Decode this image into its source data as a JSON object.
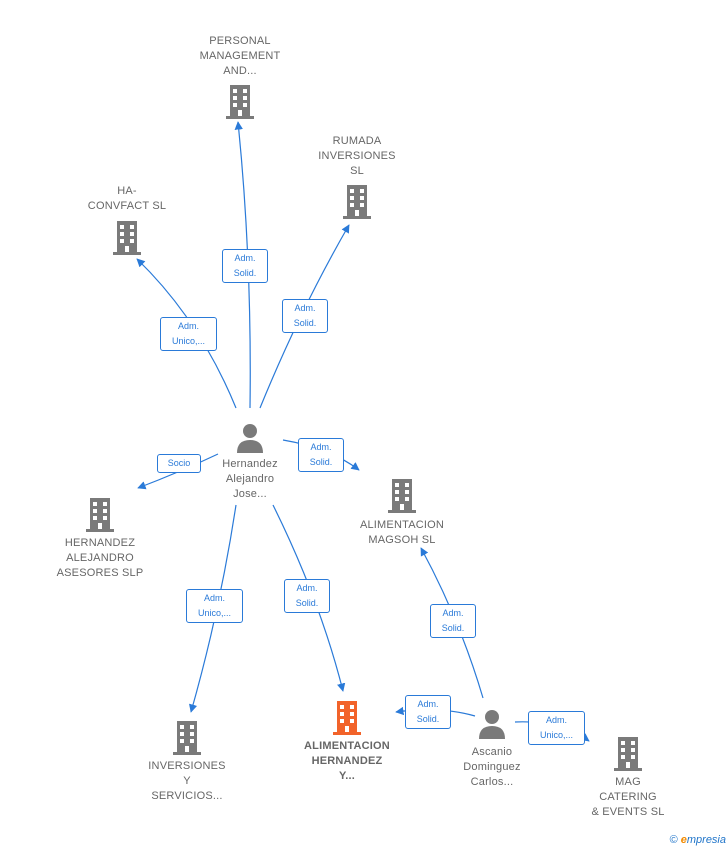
{
  "colors": {
    "edge": "#2a7ad8",
    "company_icon": "#7a7a7a",
    "company_highlight": "#f2632a",
    "person_icon": "#7a7a7a",
    "label_text": "#666666"
  },
  "nodes": {
    "personal_management": {
      "label": "PERSONAL\nMANAGEMENT\nAND...",
      "kind": "company"
    },
    "rumada": {
      "label": "RUMADA\nINVERSIONES\nSL",
      "kind": "company"
    },
    "ha_convfact": {
      "label": "HA-\nCONVFACT  SL",
      "kind": "company"
    },
    "hernandez_person": {
      "label": "Hernandez\nAlejandro\nJose...",
      "kind": "person"
    },
    "hernandez_asesores": {
      "label": "HERNANDEZ\nALEJANDRO\nASESORES SLP",
      "kind": "company"
    },
    "alimentacion_magsoh": {
      "label": "ALIMENTACION\nMAGSOH  SL",
      "kind": "company"
    },
    "inversiones_servicios": {
      "label": "INVERSIONES\nY\nSERVICIOS...",
      "kind": "company"
    },
    "alimentacion_hernandez": {
      "label": "ALIMENTACION\nHERNANDEZ\nY...",
      "kind": "company-main"
    },
    "ascanio_person": {
      "label": "Ascanio\nDominguez\nCarlos...",
      "kind": "person"
    },
    "mag_catering": {
      "label": "MAG\nCATERING\n& EVENTS  SL",
      "kind": "company"
    }
  },
  "edges": {
    "to_personal": "Adm.\nSolid.",
    "to_rumada": "Adm.\nSolid.",
    "to_ha": "Adm.\nUnico,...",
    "to_asesores": "Socio",
    "to_magsoh_from_hernandez": "Adm.\nSolid.",
    "to_inversiones": "Adm.\nUnico,...",
    "to_alim_hernandez": "Adm.\nSolid.",
    "to_magsoh_from_ascanio": "Adm.\nSolid.",
    "ascanio_to_alim_hernandez": "Adm.\nSolid.",
    "ascanio_to_mag": "Adm.\nUnico,..."
  },
  "footer": {
    "copyright": "©",
    "brand_e": "e",
    "brand_rest": "mpresia"
  }
}
